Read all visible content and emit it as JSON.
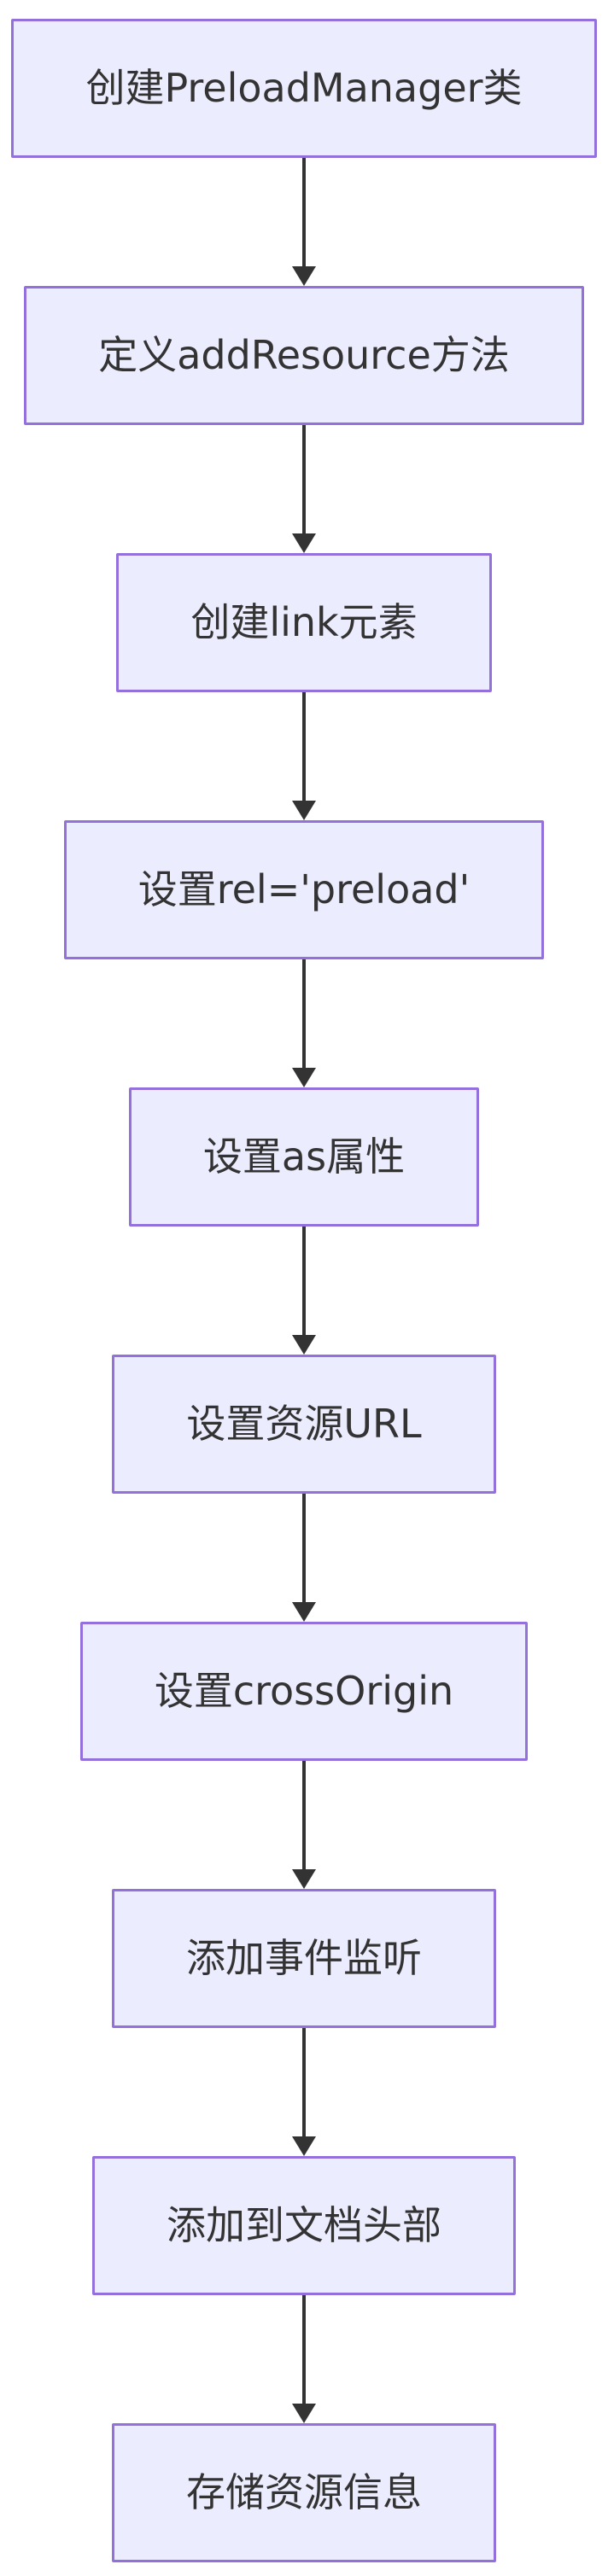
{
  "diagram": {
    "type": "flowchart",
    "direction": "top-down",
    "colors": {
      "background": "#ffffff",
      "node_fill": "#ECECFF",
      "node_border": "#9370DB",
      "text": "#333333",
      "arrow": "#333333"
    },
    "nodes": [
      {
        "id": "1",
        "label": "创建PreloadManager类"
      },
      {
        "id": "2",
        "label": "定义addResource方法"
      },
      {
        "id": "3",
        "label": "创建link元素"
      },
      {
        "id": "4",
        "label": "设置rel='preload'"
      },
      {
        "id": "5",
        "label": "设置as属性"
      },
      {
        "id": "6",
        "label": "设置资源URL"
      },
      {
        "id": "7",
        "label": "设置crossOrigin"
      },
      {
        "id": "8",
        "label": "添加事件监听"
      },
      {
        "id": "9",
        "label": "添加到文档头部"
      },
      {
        "id": "10",
        "label": "存储资源信息"
      }
    ],
    "edges": [
      {
        "from": "1",
        "to": "2"
      },
      {
        "from": "2",
        "to": "3"
      },
      {
        "from": "3",
        "to": "4"
      },
      {
        "from": "4",
        "to": "5"
      },
      {
        "from": "5",
        "to": "6"
      },
      {
        "from": "6",
        "to": "7"
      },
      {
        "from": "7",
        "to": "8"
      },
      {
        "from": "8",
        "to": "9"
      },
      {
        "from": "9",
        "to": "10"
      }
    ]
  }
}
